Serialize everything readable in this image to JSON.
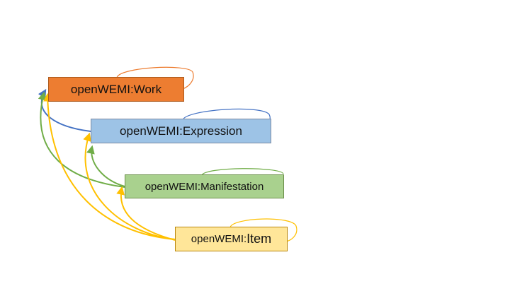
{
  "nodes": {
    "work": {
      "label": "openWEMI:Work",
      "fill": "#ED7D31",
      "loop": "#ED7D31"
    },
    "expression": {
      "label": "openWEMI:Expression",
      "fill": "#9DC3E6",
      "loop": "#4472C4"
    },
    "manifestation": {
      "label": "openWEMI:Manifestation",
      "fill": "#A9D18E",
      "loop": "#70AD47"
    },
    "item": {
      "label_prefix": "openWEMI:",
      "label_main": "Item",
      "fill": "#FFE699",
      "loop": "#FFC000"
    }
  },
  "edges": [
    {
      "from": "expression",
      "to": "work",
      "color": "#4472C4"
    },
    {
      "from": "manifestation",
      "to": "work",
      "color": "#70AD47"
    },
    {
      "from": "manifestation",
      "to": "expression",
      "color": "#70AD47"
    },
    {
      "from": "item",
      "to": "work",
      "color": "#FFC000"
    },
    {
      "from": "item",
      "to": "expression",
      "color": "#FFC000"
    },
    {
      "from": "item",
      "to": "manifestation",
      "color": "#FFC000"
    }
  ]
}
